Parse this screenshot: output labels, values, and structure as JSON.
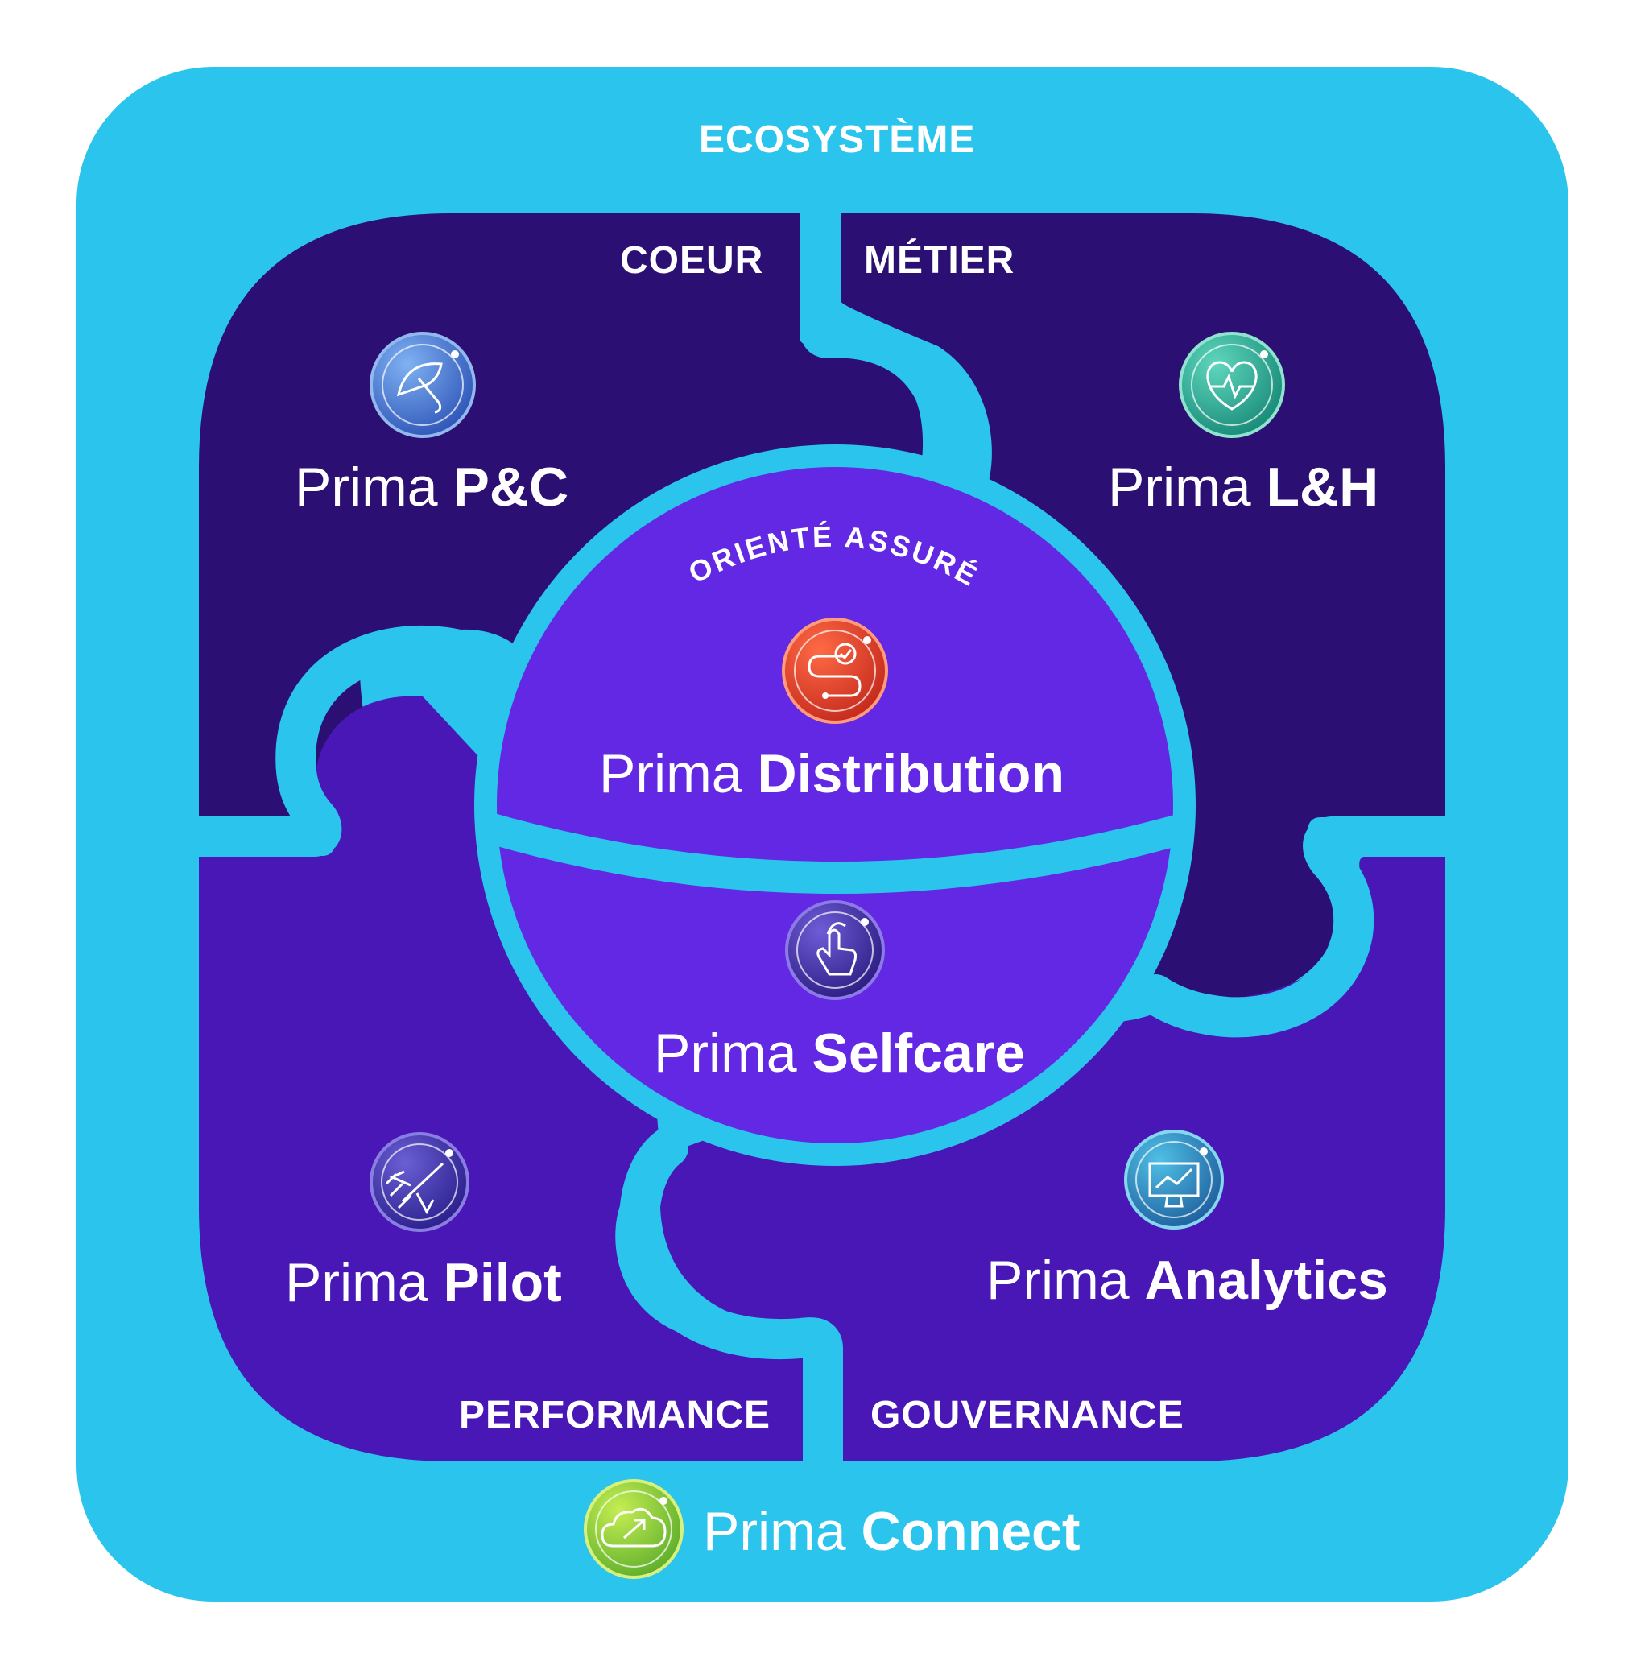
{
  "colors": {
    "ecosystem": "#2bc4ec",
    "coeur": "#2c0f72",
    "performance": "#4817b6",
    "sphere": "#6328e3",
    "text": "#ffffff",
    "pc_icon": "#4a7fd6",
    "lh_icon": "#26a08e",
    "distribution_icon": "#e0412a",
    "selfcare_icon": "#3f2c9a",
    "pilot_icon": "#3c2aa0",
    "analytics_icon": "#2a83b4",
    "connect_icon": "#8ccd3a"
  },
  "sections": {
    "ecosystem": "ECOSYSTÈME",
    "coeur": "COEUR",
    "metier": "MÉTIER",
    "performance": "PERFORMANCE",
    "gouvernance": "GOUVERNANCE",
    "oriente_assure": "ORIENTÉ ASSURÉ"
  },
  "products": {
    "pc": {
      "prefix": "Prima",
      "name": "P&C",
      "icon": "umbrella-icon"
    },
    "lh": {
      "prefix": "Prima",
      "name": "L&H",
      "icon": "heart-pulse-icon"
    },
    "distribution": {
      "prefix": "Prima",
      "name": "Distribution",
      "icon": "route-check-icon"
    },
    "selfcare": {
      "prefix": "Prima",
      "name": "Selfcare",
      "icon": "hand-pointer-icon"
    },
    "pilot": {
      "prefix": "Prima",
      "name": "Pilot",
      "icon": "plane-icon"
    },
    "analytics": {
      "prefix": "Prima",
      "name": "Analytics",
      "icon": "monitor-chart-icon"
    },
    "connect": {
      "prefix": "Prima",
      "name": "Connect",
      "icon": "cloud-arrow-icon"
    }
  }
}
